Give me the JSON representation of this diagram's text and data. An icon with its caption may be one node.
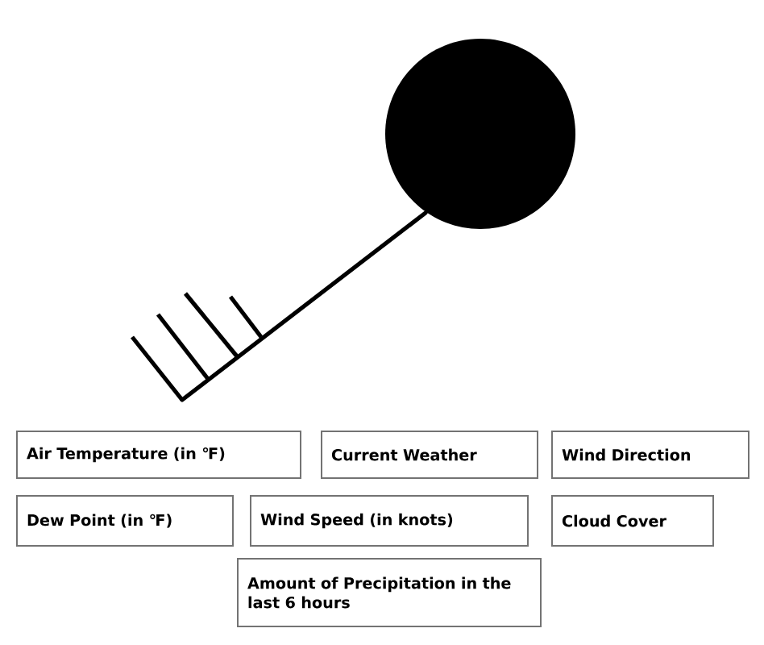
{
  "diagram": {
    "nodes": [
      {
        "text": [
          "Air Temperature (in ℉)"
        ]
      },
      {
        "text": [
          "Current Weather"
        ]
      },
      {
        "text": [
          "Wind Direction"
        ]
      },
      {
        "text": [
          "Dew Point (in ℉)"
        ]
      },
      {
        "text": [
          "Wind Speed (in knots)"
        ]
      },
      {
        "text": [
          "Cloud Cover"
        ]
      },
      {
        "text": [
          "Amount of Precipitation in the last 6 hours"
        ]
      }
    ]
  }
}
